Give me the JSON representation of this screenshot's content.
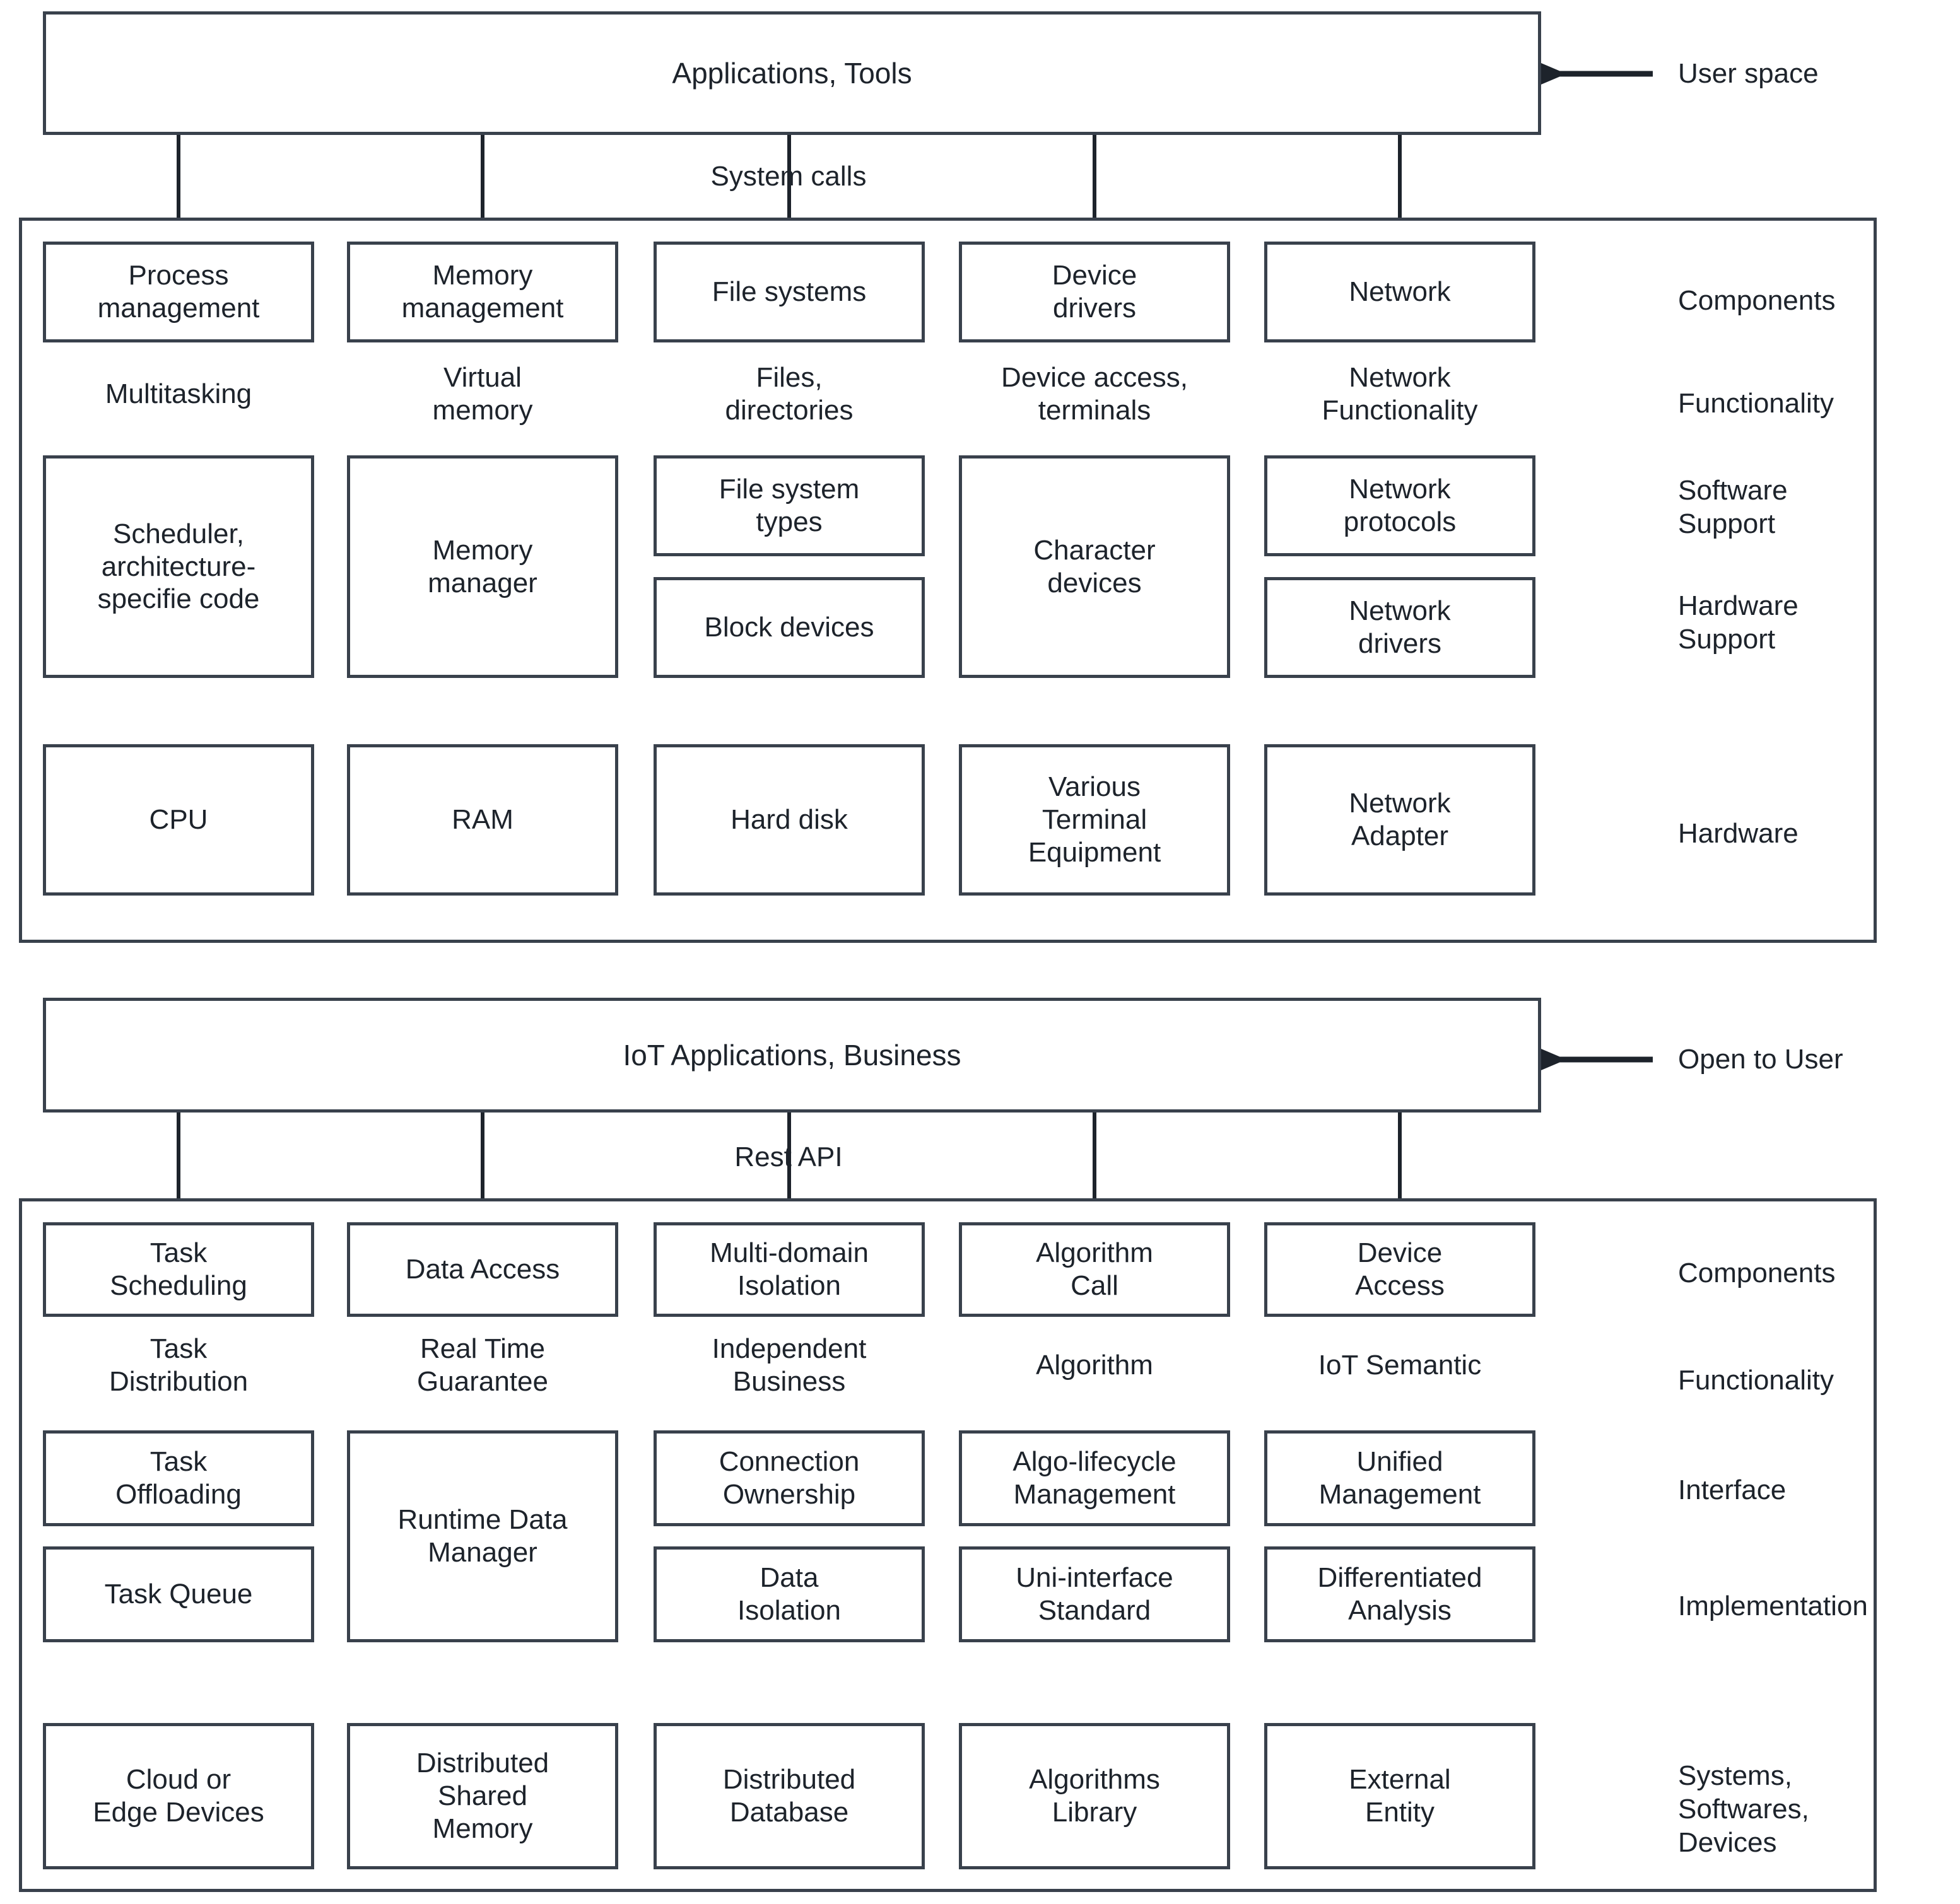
{
  "colors": {
    "stroke": "#39414c",
    "text": "#1d232b",
    "background": "#ffffff"
  },
  "diagrams": [
    {
      "id": "linux-os-architecture",
      "top_box": {
        "label": "Applications, Tools"
      },
      "top_box_side_label": "User space",
      "bridge_label": "System calls",
      "row_side_labels": {
        "components": "Components",
        "functionality": "Functionality",
        "software_support": "Software\nSupport",
        "hardware_support": "Hardware\nSupport",
        "hardware": "Hardware"
      },
      "columns": [
        {
          "component": "Process\nmanagement",
          "functionality": "Multitasking",
          "support": [
            "Scheduler,\narchitecture-\nspecifie code"
          ],
          "hardware": "CPU"
        },
        {
          "component": "Memory\nmanagement",
          "functionality": "Virtual\nmemory",
          "support": [
            "Memory\nmanager"
          ],
          "hardware": "RAM"
        },
        {
          "component": "File systems",
          "functionality": "Files,\ndirectories",
          "support": [
            "File system\ntypes",
            "Block devices"
          ],
          "hardware": "Hard disk"
        },
        {
          "component": "Device\ndrivers",
          "functionality": "Device access,\nterminals",
          "support": [
            "Character\ndevices"
          ],
          "hardware": "Various\nTerminal\nEquipment"
        },
        {
          "component": "Network",
          "functionality": "Network\nFunctionality",
          "support": [
            "Network\nprotocols",
            "Network\ndrivers"
          ],
          "hardware": "Network\nAdapter"
        }
      ]
    },
    {
      "id": "iot-platform-architecture",
      "top_box": {
        "label": "IoT Applications, Business"
      },
      "top_box_side_label": "Open to User",
      "bridge_label": "Rest API",
      "row_side_labels": {
        "components": "Components",
        "functionality": "Functionality",
        "interface": "Interface",
        "implementation": "Implementation",
        "hardware": "Systems,\nSoftwares,\nDevices"
      },
      "columns": [
        {
          "component": "Task\nScheduling",
          "functionality": "Task\nDistribution",
          "support": [
            "Task\nOffloading",
            "Task Queue"
          ],
          "hardware": "Cloud or\nEdge Devices"
        },
        {
          "component": "Data Access",
          "functionality": "Real Time\nGuarantee",
          "support": [
            "Runtime Data\nManager"
          ],
          "hardware": "Distributed\nShared\nMemory"
        },
        {
          "component": "Multi-domain\nIsolation",
          "functionality": "Independent\nBusiness",
          "support": [
            "Connection\nOwnership",
            "Data\nIsolation"
          ],
          "hardware": "Distributed\nDatabase"
        },
        {
          "component": "Algorithm\nCall",
          "functionality": "Algorithm",
          "support": [
            "Algo-lifecycle\nManagement",
            "Uni-interface\nStandard"
          ],
          "hardware": "Algorithms\nLibrary"
        },
        {
          "component": "Device\nAccess",
          "functionality": "IoT Semantic",
          "support": [
            "Unified\nManagement",
            "Differentiated\nAnalysis"
          ],
          "hardware": "External\nEntity"
        }
      ]
    }
  ]
}
